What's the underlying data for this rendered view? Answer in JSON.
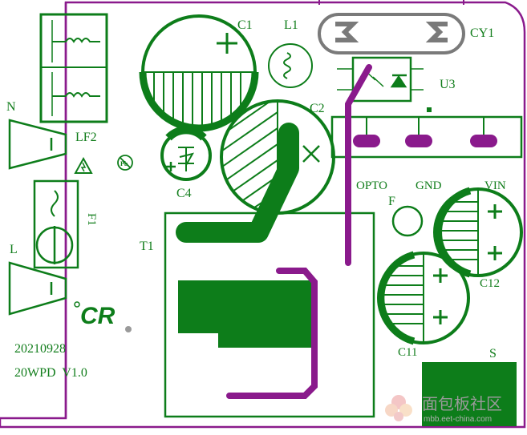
{
  "colors": {
    "copper": "#0d7d1a",
    "trace": "#8a1a8c",
    "background": "#ffffff",
    "board_outline": "#8a1a8c"
  },
  "labels": {
    "c1": "C1",
    "l1": "L1",
    "cy1": "CY1",
    "u3": "U3",
    "c2": "C2",
    "n": "N",
    "lf2": "LF2",
    "c4": "C4",
    "l": "L",
    "f1": "F1",
    "t1": "T1",
    "opto": "OPTO",
    "gnd": "GND",
    "vin": "VIN",
    "f": "F",
    "c12": "C12",
    "c11": "C11",
    "s": "S",
    "pb": "Pb",
    "date": "20210928",
    "model": "20WPD  V1.0",
    "brand": "CR"
  },
  "watermark": {
    "site_name": "面包板社区",
    "url": "mbb.eet-china.com"
  },
  "icons": [
    "lead-free-icon",
    "esd-warning-icon",
    "polarity-plus-icon"
  ]
}
